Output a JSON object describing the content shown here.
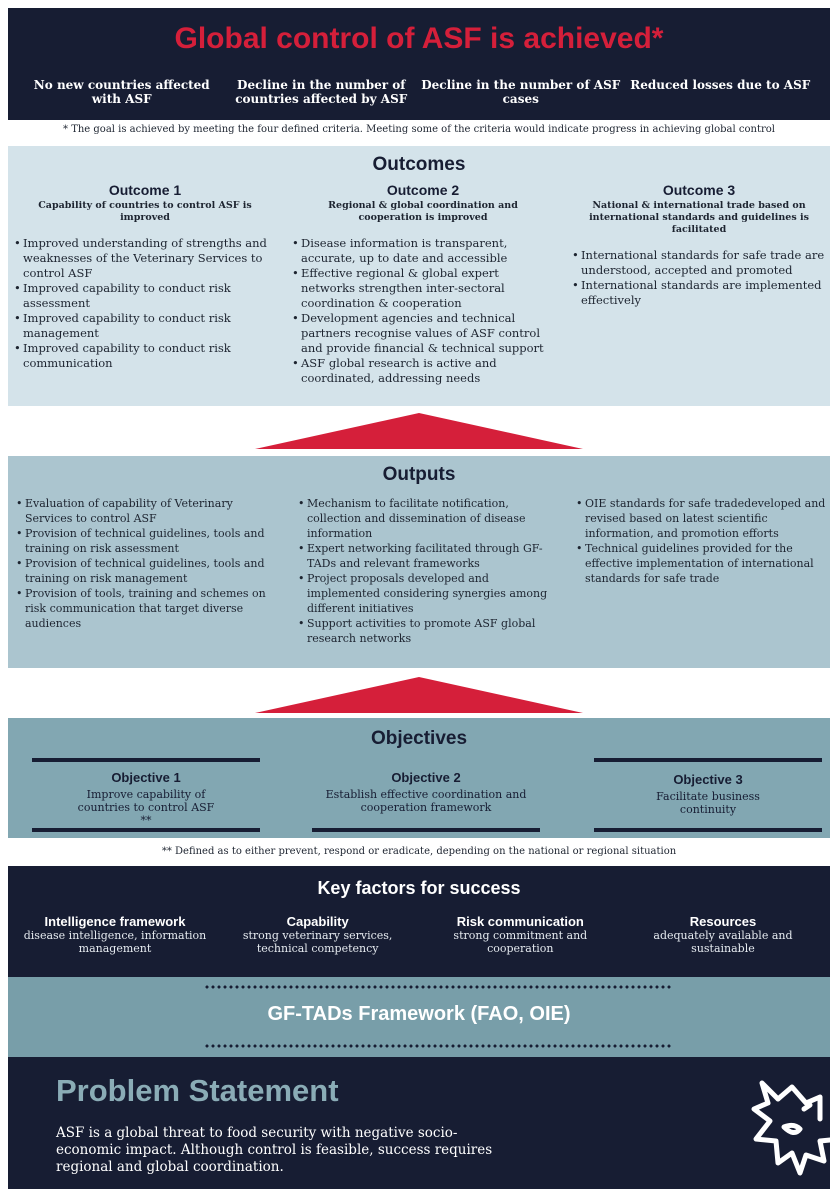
{
  "goal": {
    "title": "Global control of ASF is achieved*",
    "criteria": [
      "No new countries affected with ASF",
      "Decline in the number of countries affected by ASF",
      "Decline in the number of ASF cases",
      "Reduced losses due to ASF"
    ],
    "note": "* The goal is achieved by meeting the four defined criteria. Meeting some of the criteria would indicate progress in achieving global control"
  },
  "outcomes": {
    "title": "Outcomes",
    "items": [
      {
        "title": "Outcome 1",
        "subtitle": "Capability of countries to control ASF is improved",
        "bullets": [
          "Improved understanding of strengths and weaknesses of the Veterinary Services to control ASF",
          "Improved capability to conduct risk assessment",
          "Improved capability to conduct risk management",
          "Improved capability to conduct risk communication"
        ]
      },
      {
        "title": "Outcome 2",
        "subtitle": "Regional & global coordination and cooperation is improved",
        "bullets": [
          "Disease information is transparent, accurate, up to date and accessible",
          "Effective regional & global expert networks strengthen inter-sectoral coordination & cooperation",
          "Development agencies and technical partners recognise values of ASF control and provide financial & technical support",
          "ASF global research is active and coordinated, addressing needs"
        ]
      },
      {
        "title": "Outcome 3",
        "subtitle": "National & international trade based on international standards and guidelines is facilitated",
        "bullets": [
          "International standards for safe trade are understood, accepted and promoted",
          "International standards are implemented effectively"
        ]
      }
    ]
  },
  "outputs": {
    "title": "Outputs",
    "columns": [
      [
        "Evaluation of capability of Veterinary Services to control ASF",
        "Provision of technical guidelines, tools and training on risk assessment",
        "Provision of technical guidelines, tools and training on risk management",
        "Provision of tools, training and schemes on risk communication that target diverse audiences"
      ],
      [
        "Mechanism to facilitate notification, collection and dissemination of disease information",
        "Expert networking facilitated through GF-TADs and relevant frameworks",
        "Project proposals developed and implemented considering synergies among different initiatives",
        "Support activities to promote ASF global research networks"
      ],
      [
        "OIE standards for safe tradedeveloped and revised based on latest scientific information, and promotion efforts",
        "Technical guidelines provided for the effective implementation of international standards for safe trade"
      ]
    ]
  },
  "objectives": {
    "title": "Objectives",
    "items": [
      {
        "title": "Objective 1",
        "text": "Improve capability of countries to control ASF **"
      },
      {
        "title": "Objective 2",
        "text": "Establish effective coordination and cooperation framework"
      },
      {
        "title": "Objective 3",
        "text": "Facilitate business continuity"
      }
    ],
    "note": "** Defined as to either prevent, respond or eradicate, depending on the national or regional situation"
  },
  "key_factors": {
    "title": "Key factors for success",
    "items": [
      {
        "title": "Intelligence framework",
        "text": "disease intelligence, information management"
      },
      {
        "title": "Capability",
        "text": "strong veterinary services, technical competency"
      },
      {
        "title": "Risk communication",
        "text": "strong commitment and cooperation"
      },
      {
        "title": "Resources",
        "text": "adequately available and sustainable"
      }
    ]
  },
  "framework": {
    "title": "GF-TADs Framework (FAO, OIE)"
  },
  "problem": {
    "title": "Problem Statement",
    "text": "ASF is a global threat to food security with negative socio-economic impact. Although control is feasible, success requires regional and global coordination."
  },
  "colors": {
    "navy": "#171d33",
    "red": "#d51f3a",
    "outcomes_bg": "#d4e3ea",
    "outputs_bg": "#abc5cf",
    "objectives_bg": "#82a7b2",
    "framework_bg": "#789ea9",
    "problem_title": "#8aacb6"
  },
  "icons": [
    "arrow-up-icon",
    "boar-head-icon"
  ]
}
